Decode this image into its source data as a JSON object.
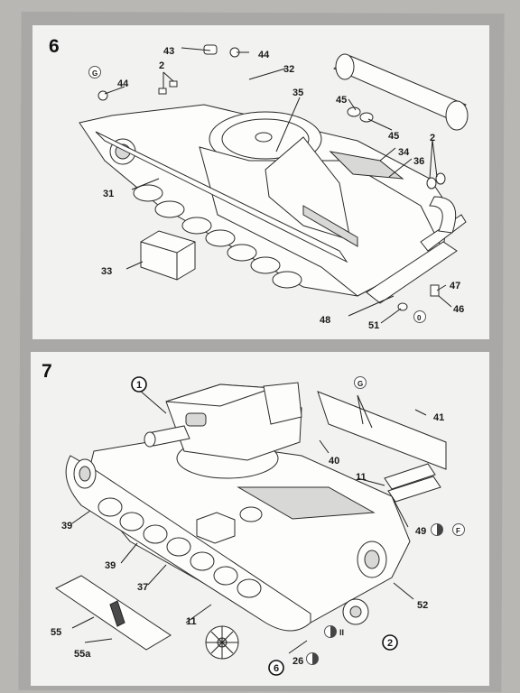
{
  "steps": [
    {
      "number": "6",
      "callouts": [
        "43",
        "44",
        "44",
        "2",
        "32",
        "35",
        "45",
        "45",
        "2",
        "34",
        "36",
        "31",
        "33",
        "47",
        "46",
        "48",
        "51"
      ],
      "markers": [
        "G",
        "0"
      ]
    },
    {
      "number": "7",
      "callouts": [
        "41",
        "40",
        "11",
        "49",
        "39",
        "39",
        "37",
        "11",
        "55",
        "55a",
        "26",
        "52"
      ],
      "markers": [
        "1",
        "G",
        "F",
        "II",
        "2",
        "6"
      ]
    }
  ]
}
